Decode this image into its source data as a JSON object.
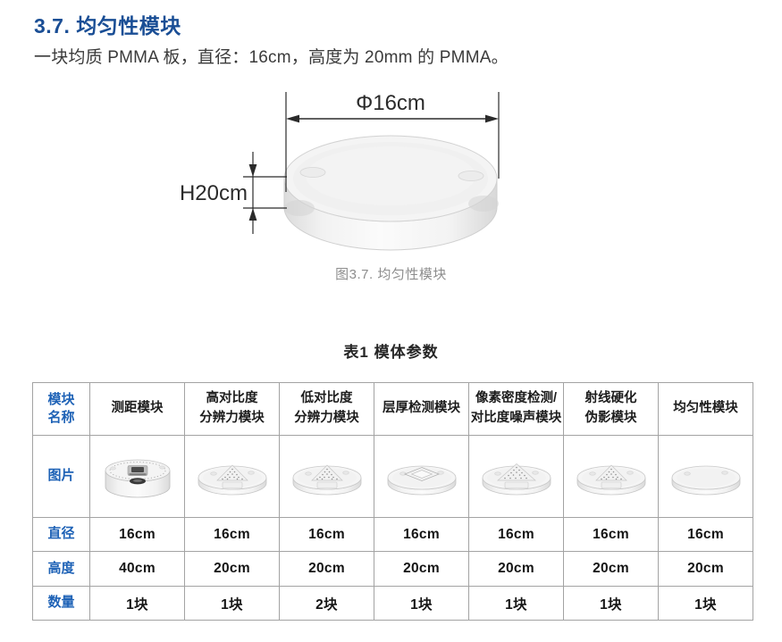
{
  "page": {
    "heading": "3.7. 均匀性模块",
    "body_text": "一块均质 PMMA 板，直径：16cm，高度为 20mm 的 PMMA。"
  },
  "figure": {
    "diameter_label": "Φ16cm",
    "height_label": "H20cm",
    "caption": "图3.7. 均匀性模块"
  },
  "table": {
    "title": "表1 模体参数",
    "row_labels": {
      "name": "模块\n名称",
      "image": "图片",
      "diameter": "直径",
      "height": "高度",
      "quantity": "数量"
    },
    "columns": [
      {
        "name": "测距模块",
        "icon": "distance-module-disc",
        "diameter": "16cm",
        "height": "40cm",
        "quantity": "1块"
      },
      {
        "name": "高对比度\n分辨力模块",
        "icon": "high-contrast-resolution-disc",
        "diameter": "16cm",
        "height": "20cm",
        "quantity": "1块"
      },
      {
        "name": "低对比度\n分辨力模块",
        "icon": "low-contrast-resolution-disc",
        "diameter": "16cm",
        "height": "20cm",
        "quantity": "2块"
      },
      {
        "name": "层厚检测模块",
        "icon": "slice-thickness-disc",
        "diameter": "16cm",
        "height": "20cm",
        "quantity": "1块"
      },
      {
        "name": "像素密度检测/\n对比度噪声模块",
        "icon": "pixel-density-noise-disc",
        "diameter": "16cm",
        "height": "20cm",
        "quantity": "1块"
      },
      {
        "name": "射线硬化\n伪影模块",
        "icon": "beam-hardening-artifact-disc",
        "diameter": "16cm",
        "height": "20cm",
        "quantity": "1块"
      },
      {
        "name": "均匀性模块",
        "icon": "uniformity-disc",
        "diameter": "16cm",
        "height": "20cm",
        "quantity": "1块"
      }
    ]
  },
  "colors": {
    "heading_blue": "#1a4e95",
    "label_blue": "#1e62b6",
    "body_text": "#3a3a3a",
    "caption_gray": "#8d8d8d",
    "table_border": "#a3a3a3",
    "dimension_ink": "#2b2b2b"
  }
}
